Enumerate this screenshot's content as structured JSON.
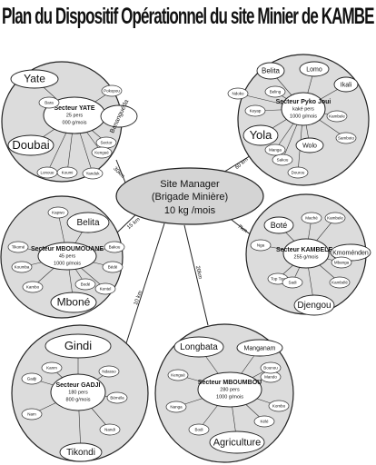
{
  "title": "Plan du Dispositif Opérationnel du site Minier de KAMBELE/BATOURI",
  "center": {
    "line1": "Site Manager",
    "line2": "(Brigade Minière)",
    "line3": "10 kg /mois"
  },
  "links": [
    {
      "label": "30km"
    },
    {
      "label": "60 km"
    },
    {
      "label": "15 km"
    },
    {
      "label": "7km"
    },
    {
      "label": "10 km"
    },
    {
      "label": "20km"
    }
  ],
  "sectors": [
    {
      "center_lines": [
        "Secteur YATE",
        "25 pers",
        "000 g/mois"
      ],
      "big_labels": [
        "Yate",
        "Doubai",
        "Bananguéda"
      ],
      "small_labels": [
        "Pokopou",
        "Sector",
        "Bara",
        "Koumi",
        "Lonoue",
        "Yanduk",
        "Kengué"
      ]
    },
    {
      "center_lines": [
        "Secteur Pyko Joui",
        "kaké pers",
        "1000 g/mois"
      ],
      "big_labels": [
        "Belita",
        "Lomo",
        "Yola",
        "Ikali",
        "Wolo"
      ],
      "small_labels": [
        "Ndoko",
        "Keyap",
        "Beling",
        "Samboto",
        "Kambele",
        "Sakou",
        "Dourou",
        "Manga"
      ]
    },
    {
      "center_lines": [
        "Secteur MBOUMOUANE",
        "45 pers",
        "1000 g/mois"
      ],
      "big_labels": [
        "Belita",
        "Mboné"
      ],
      "small_labels": [
        "Kapwo",
        "Bakou",
        "Tikomé",
        "Koumba",
        "Kambo",
        "Bédé",
        "Kentel",
        "Bodé"
      ]
    },
    {
      "center_lines": [
        "Secteur KAMBELE I",
        "255 g/mois"
      ],
      "big_labels": [
        "Boté",
        "Djengou",
        "Kmoménden"
      ],
      "small_labels": [
        "Kambele",
        "Maché",
        "Nga",
        "Top Top",
        "Kambélé",
        "Mbanga",
        "Sadi"
      ]
    },
    {
      "center_lines": [
        "Secteur GADJI",
        "180 pers",
        "800 g/mois"
      ],
      "big_labels": [
        "Gindi",
        "Tikondi"
      ],
      "small_labels": [
        "Kanm",
        "Ndasso",
        "Gadji",
        "Nam",
        "Béméla",
        "Nandi"
      ]
    },
    {
      "center_lines": [
        "Secteur MBOUMBOU",
        "280 pers",
        "1000 g/mois"
      ],
      "big_labels": [
        "Longbata",
        "Manganam",
        "Agriculture"
      ],
      "small_labels": [
        "Kengué",
        "Nanga",
        "Mando",
        "Kombo",
        "Bodi",
        "Kélé",
        "Bounou"
      ]
    }
  ]
}
